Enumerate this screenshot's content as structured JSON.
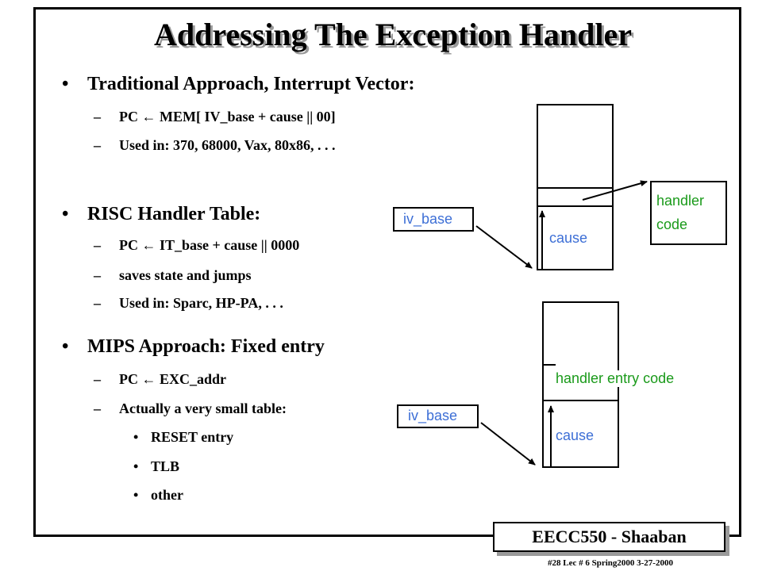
{
  "title": "Addressing The Exception Handler",
  "section_traditional": {
    "heading": "Traditional Approach, Interrupt Vector:",
    "items": [
      "PC ← MEM[ IV_base + cause || 00]",
      "Used in: 370, 68000, Vax, 80x86, . . ."
    ]
  },
  "section_risc": {
    "heading": "RISC Handler Table:",
    "items": [
      "PC ← IT_base + cause || 0000",
      "saves state and jumps",
      "Used in:  Sparc, HP-PA, . . ."
    ]
  },
  "section_mips": {
    "heading": "MIPS Approach:  Fixed entry",
    "items": [
      "PC ←  EXC_addr",
      "Actually a very small table:"
    ],
    "subitems": [
      "RESET entry",
      "TLB",
      "other"
    ]
  },
  "diagram_top": {
    "iv_base_label": "iv_base",
    "cause_label": "cause",
    "handler_label_line1": "handler",
    "handler_label_line2": "code"
  },
  "diagram_bottom": {
    "iv_base_label": "iv_base",
    "cause_label": "cause",
    "entry_label": "handler entry code"
  },
  "footer": {
    "course": "EECC550 - Shaaban",
    "reference": "#28   Lec # 6   Spring2000   3-27-2000"
  },
  "colors": {
    "diagram_label": "#3d6fd6",
    "entry_label": "#1a9a1a",
    "shadow": "#9a9a9a"
  }
}
